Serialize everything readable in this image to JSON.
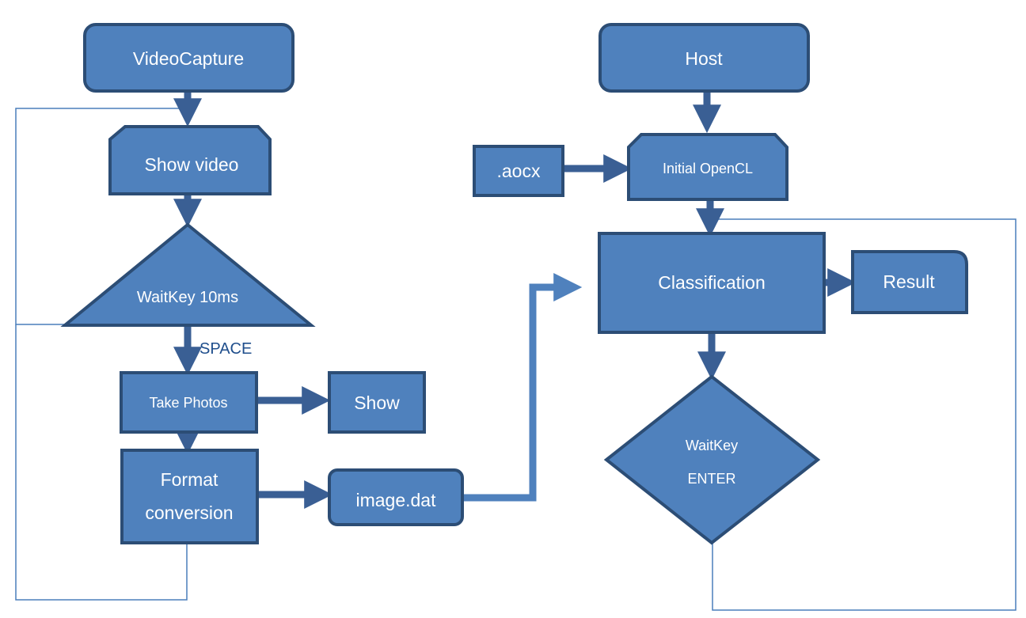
{
  "colors": {
    "node_fill": "#4f81bd",
    "node_stroke": "#2c4d75",
    "arrow": "#3a5f94",
    "thin_line": "#4a7ebb",
    "bright_arrow": "#4f81bd",
    "label_text": "#ffffff",
    "edge_label_text": "#1f4e8c"
  },
  "nodes": {
    "video_capture": "VideoCapture",
    "show_video": "Show video",
    "wait_key_10ms": "WaitKey 10ms",
    "take_photos": "Take Photos",
    "show": "Show",
    "format_conversion_line1": "Format",
    "format_conversion_line2": "conversion",
    "image_dat": "image.dat",
    "host": "Host",
    "aocx": ".aocx",
    "initial_opencl": "Initial OpenCL",
    "classification": "Classification",
    "result": "Result",
    "wait_key_enter_line1": "WaitKey",
    "wait_key_enter_line2": "ENTER"
  },
  "edge_labels": {
    "space": "SPACE"
  }
}
